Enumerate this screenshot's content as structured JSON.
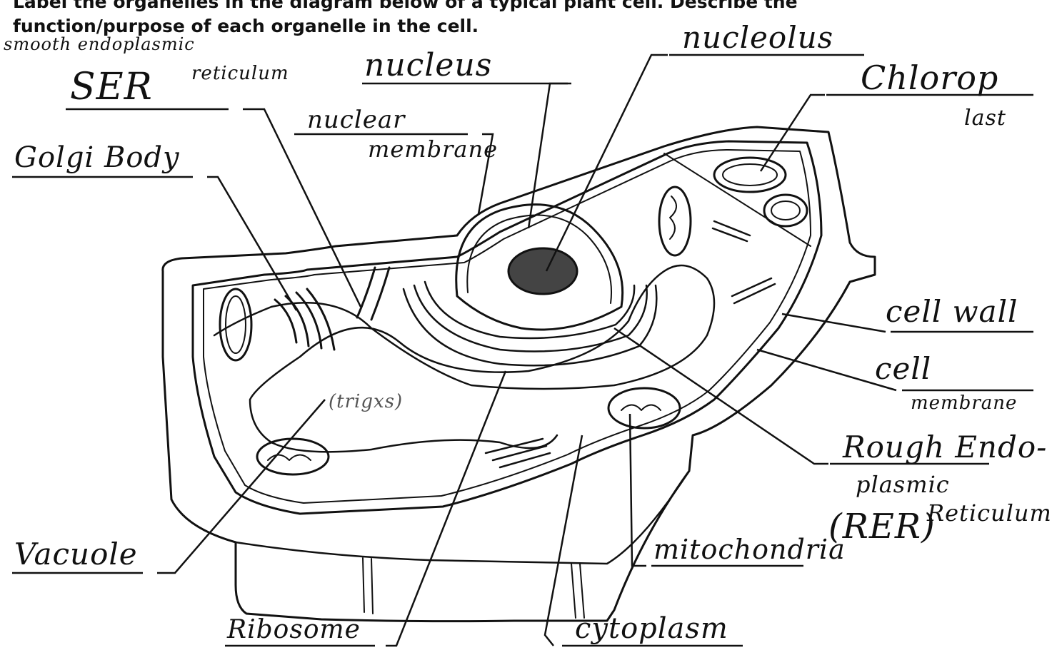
{
  "instructions": {
    "line1": "Label the organelles in the diagram below of a typical plant cell.  Describe the",
    "line2": "function/purpose of each organelle in the cell."
  },
  "labels": {
    "smooth_er_top": "smooth endoplasmic",
    "smooth_er_reticulum": "reticulum",
    "smooth_er_abbrev": "SER",
    "nucleus": "nucleus",
    "nucleolus": "nucleolus",
    "chloroplast_1": "Chlorop",
    "chloroplast_2": "last",
    "nuclear_membrane_1": "nuclear",
    "nuclear_membrane_2": "membrane",
    "golgi": "Golgi Body",
    "cell_wall": "cell wall",
    "cell_membrane_1": "cell",
    "cell_membrane_2": "membrane",
    "rough_er_1": "Rough Endo-",
    "rough_er_2": "plasmic",
    "rough_er_3": "Reticulum",
    "rough_er_abbrev": "(RER)",
    "vacuole": "Vacuole",
    "vacuole_note": "(trigxs)",
    "mitochondria": "mitochondria",
    "ribosome": "Ribosome",
    "cytoplasm": "cytoplasm"
  }
}
